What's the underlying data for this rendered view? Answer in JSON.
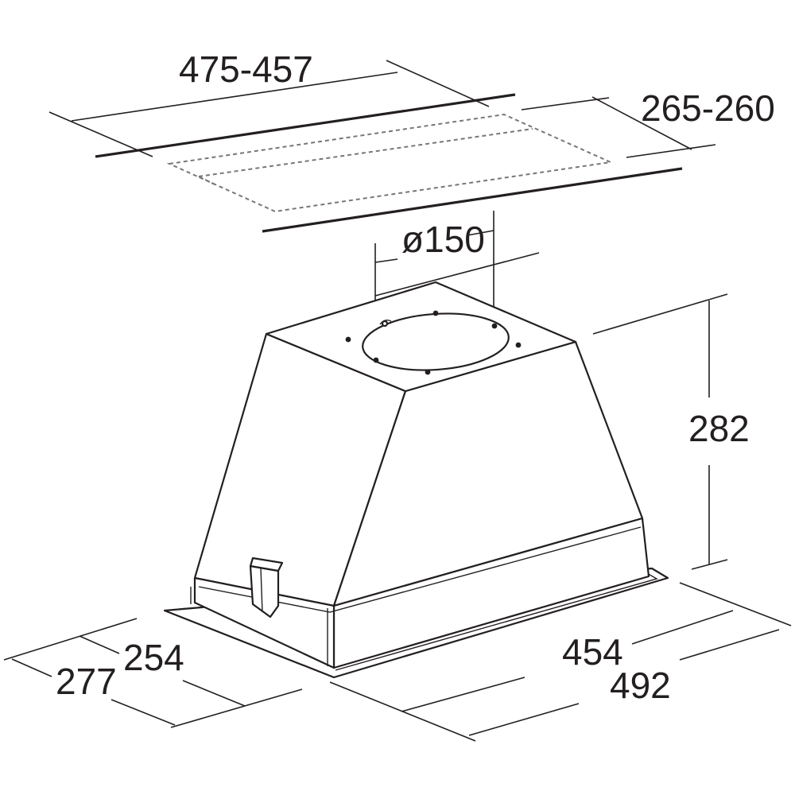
{
  "dimensions": {
    "cutout_width": "475-457",
    "cutout_depth": "265-260",
    "duct_diameter": "ø150",
    "height": "282",
    "inner_depth": "254",
    "outer_depth": "277",
    "inner_width": "454",
    "outer_width": "492"
  },
  "colors": {
    "line": "#231f20",
    "dashed_cutout": "#777777",
    "background": "#ffffff"
  }
}
